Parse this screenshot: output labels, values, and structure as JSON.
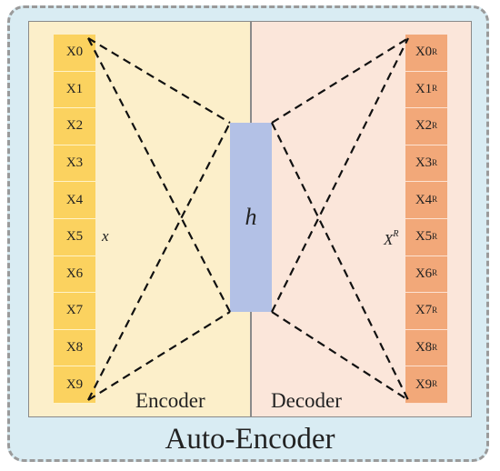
{
  "title": "Auto-Encoder",
  "encoder_label": "Encoder",
  "decoder_label": "Decoder",
  "hidden_label": "h",
  "input_label": "x",
  "output_label": {
    "base": "X",
    "sup": "R"
  },
  "input_cells": [
    "X0",
    "X1",
    "X2",
    "X3",
    "X4",
    "X5",
    "X6",
    "X7",
    "X8",
    "X9"
  ],
  "output_cells": [
    {
      "base": "X0",
      "sup": "R"
    },
    {
      "base": "X1",
      "sup": "R"
    },
    {
      "base": "X2",
      "sup": "R"
    },
    {
      "base": "X3",
      "sup": "R"
    },
    {
      "base": "X4",
      "sup": "R"
    },
    {
      "base": "X5",
      "sup": "R"
    },
    {
      "base": "X6",
      "sup": "R"
    },
    {
      "base": "X7",
      "sup": "R"
    },
    {
      "base": "X8",
      "sup": "R"
    },
    {
      "base": "X9",
      "sup": "R"
    }
  ],
  "colors": {
    "input": "#fbd25f",
    "output": "#f2a879",
    "hidden": "#b3c1e6",
    "encoder_bg": "#fcefca",
    "decoder_bg": "#fbe6da",
    "frame_bg": "#d9ecf3"
  }
}
